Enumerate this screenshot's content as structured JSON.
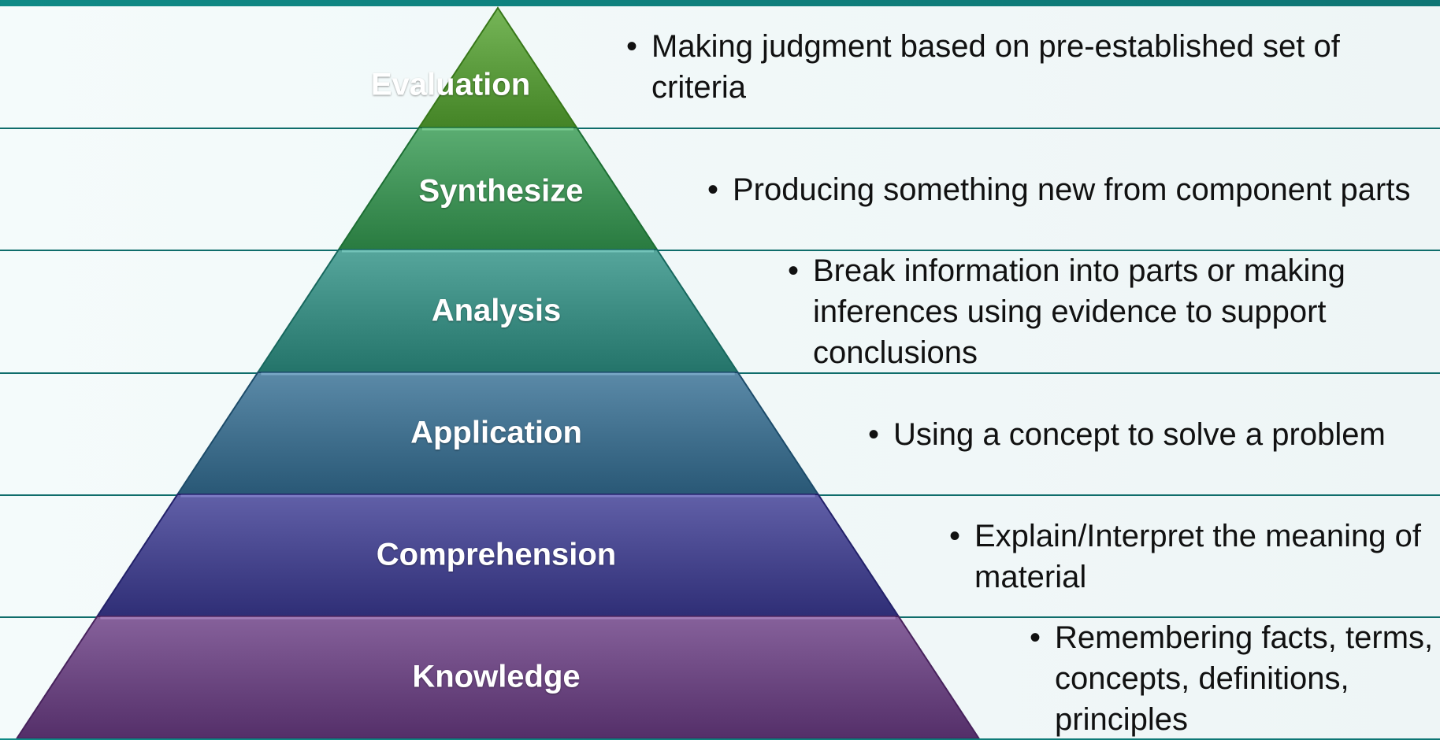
{
  "tiers": [
    {
      "label": "Evaluation",
      "description": "Making judgment based on pre-established set of criteria",
      "color": "#5a9a3c"
    },
    {
      "label": "Synthesize",
      "description": "Producing something new from component parts",
      "color": "#3f9156"
    },
    {
      "label": "Analysis",
      "description": "Break information into parts or making inferences using evidence to support conclusions",
      "color": "#3a8a80"
    },
    {
      "label": "Application",
      "description": "Using a concept to solve a problem",
      "color": "#3f6e8c"
    },
    {
      "label": "Comprehension",
      "description": "Explain/Interpret the meaning of material",
      "color": "#45448c"
    },
    {
      "label": "Knowledge",
      "description": "Remembering facts, terms, concepts, definitions, principles",
      "color": "#6a457f"
    }
  ],
  "colors": {
    "background": "#0f8a86",
    "row_fill": "#f1f8f8",
    "row_border": "#0f6d6b"
  }
}
